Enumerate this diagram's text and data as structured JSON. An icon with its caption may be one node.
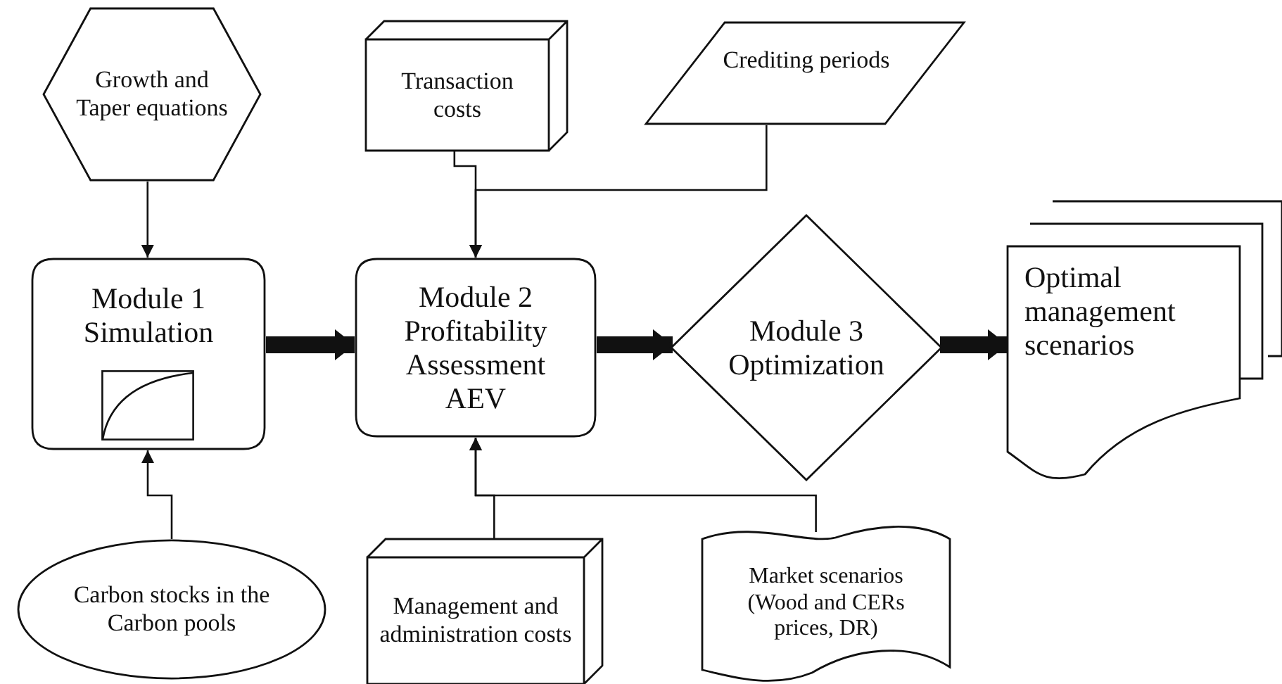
{
  "diagram": {
    "nodes": [
      {
        "text": [
          "Growth and Taper equations"
        ]
      },
      {
        "text": [
          "Transaction costs"
        ]
      },
      {
        "text": [
          "Crediting periods"
        ]
      },
      {
        "text": [
          "Module 1",
          "Simulation"
        ]
      },
      {
        "text": [
          "Module 2",
          "Profitability Assessment AEV"
        ]
      },
      {
        "text": [
          "Module 3",
          "Optimization"
        ]
      },
      {
        "text": [
          "Optimal management scenarios"
        ]
      },
      {
        "text": [
          "Carbon stocks in the Carbon pools"
        ]
      },
      {
        "text": [
          "Management and administration costs"
        ]
      },
      {
        "text": [
          "Market scenarios (Wood and CERs prices, DR)"
        ]
      }
    ],
    "edges": [
      {
        "from": 0,
        "to": 3,
        "arrow": "to"
      },
      {
        "from": 1,
        "to": 4,
        "arrow": "to"
      },
      {
        "from": 2,
        "to": 4,
        "arrow": "to"
      },
      {
        "from": 7,
        "to": 3,
        "arrow": "to"
      },
      {
        "from": 8,
        "to": 4,
        "arrow": "to"
      },
      {
        "from": 9,
        "to": 4,
        "arrow": "to"
      },
      {
        "from": 3,
        "to": 4,
        "arrow": "to",
        "style": "thick"
      },
      {
        "from": 4,
        "to": 5,
        "arrow": "to",
        "style": "thick"
      },
      {
        "from": 5,
        "to": 6,
        "arrow": "to",
        "style": "thick"
      }
    ]
  }
}
